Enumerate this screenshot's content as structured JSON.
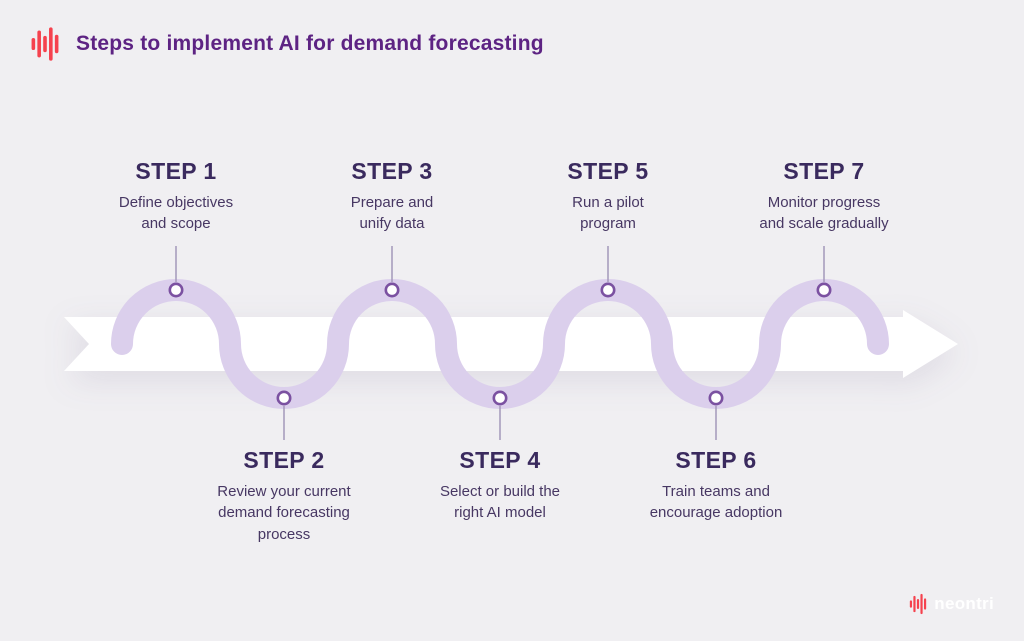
{
  "header": {
    "title": "Steps to implement AI for demand forecasting"
  },
  "steps": [
    {
      "label": "STEP 1",
      "description": "Define objectives\nand scope",
      "position": "top"
    },
    {
      "label": "STEP 2",
      "description": "Review your current\ndemand forecasting\nprocess",
      "position": "bottom"
    },
    {
      "label": "STEP 3",
      "description": "Prepare and\nunify data",
      "position": "top"
    },
    {
      "label": "STEP 4",
      "description": "Select or build the\nright AI model",
      "position": "bottom"
    },
    {
      "label": "STEP 5",
      "description": "Run a pilot\nprogram",
      "position": "top"
    },
    {
      "label": "STEP 6",
      "description": "Train teams and\nencourage adoption",
      "position": "bottom"
    },
    {
      "label": "STEP 7",
      "description": "Monitor progress\nand scale gradually",
      "position": "top"
    }
  ],
  "brand": {
    "name": "neontri"
  },
  "icons": {
    "header_logo": "waveform-icon",
    "brand_logo": "waveform-icon"
  },
  "colors": {
    "background": "#f0eff2",
    "title": "#5d2383",
    "heading": "#3a2a5e",
    "body": "#473763",
    "ribbon": "#dbcfec",
    "marker_stroke": "#7b51a1",
    "band": "#ffffff",
    "connector": "#a89dbd",
    "brand_red": "#f5424e",
    "brand_text": "#ffffff"
  }
}
